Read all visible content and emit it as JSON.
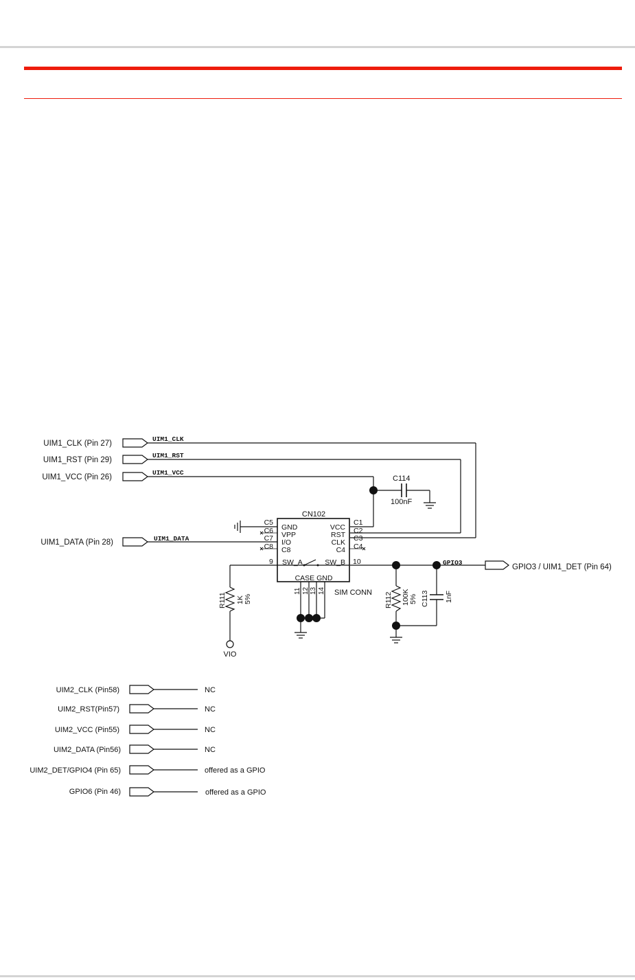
{
  "uim1": {
    "port_labels": {
      "clk": "UIM1_CLK (Pin 27)",
      "rst": "UIM1_RST (Pin 29)",
      "vcc": "UIM1_VCC (Pin 26)",
      "data": "UIM1_DATA (Pin 28)",
      "det": "GPIO3 / UIM1_DET (Pin 64)"
    },
    "net_names": {
      "clk": "UIM1_CLK",
      "rst": "UIM1_RST",
      "vcc": "UIM1_VCC",
      "data": "UIM1_DATA",
      "gpio3": "GPIO3"
    },
    "connector": {
      "ref": "CN102",
      "type": "SIM CONN",
      "left_pins": [
        {
          "num": "C5",
          "name": "GND"
        },
        {
          "num": "C6",
          "name": "VPP"
        },
        {
          "num": "C7",
          "name": "I/O"
        },
        {
          "num": "C8",
          "name": "C8"
        }
      ],
      "right_pins": [
        {
          "num": "C1",
          "name": "VCC"
        },
        {
          "num": "C2",
          "name": "RST"
        },
        {
          "num": "C3",
          "name": "CLK"
        },
        {
          "num": "C4",
          "name": "C4"
        }
      ],
      "sw_a_num": "9",
      "sw_a": "SW_A",
      "sw_b_num": "10",
      "sw_b": "SW_B",
      "case_gnd": "CASE GND",
      "gnd_pins": [
        "11",
        "12",
        "13",
        "14"
      ]
    },
    "c114": {
      "ref": "C114",
      "value": "100nF"
    },
    "r111": {
      "ref": "R111",
      "value": "1K",
      "tol": "5%"
    },
    "r112": {
      "ref": "R112",
      "value": "100K",
      "tol": "5%"
    },
    "c113": {
      "ref": "C113",
      "value": "1nF"
    },
    "vio": "VIO"
  },
  "uim2": {
    "rows": [
      {
        "label": "UIM2_CLK (Pin58)",
        "note": "NC"
      },
      {
        "label": "UIM2_RST(Pin57)",
        "note": "NC"
      },
      {
        "label": "UIM2_VCC (Pin55)",
        "note": "NC"
      },
      {
        "label": "UIM2_DATA (Pin56)",
        "note": "NC"
      },
      {
        "label": "UIM2_DET/GPIO4 (Pin 65)",
        "note": "offered as a GPIO"
      },
      {
        "label": "GPIO6 (Pin 46)",
        "note": "offered as a GPIO"
      }
    ]
  }
}
